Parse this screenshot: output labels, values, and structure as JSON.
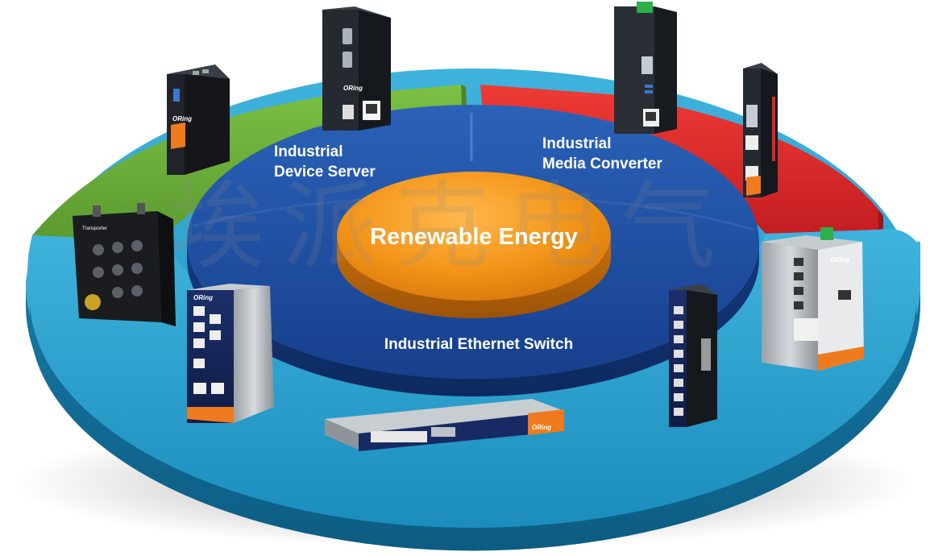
{
  "diagram": {
    "center_label": "Renewable Energy",
    "segments": [
      {
        "id": "device-server",
        "line1": "Industrial",
        "line2": "Device Server",
        "color": "#6aa83a"
      },
      {
        "id": "media-converter",
        "line1": "Industrial",
        "line2": "Media Converter",
        "color": "#d9262a"
      },
      {
        "id": "ethernet-switch",
        "line1": "Industrial Ethernet Switch",
        "color": "#1f95c4"
      }
    ],
    "inner_ring_color": "#1f4fa3",
    "hub_color": "#f0921a",
    "watermark": "埃派克电气",
    "brand": "ORing",
    "device_label_transporter": "Transporter"
  }
}
